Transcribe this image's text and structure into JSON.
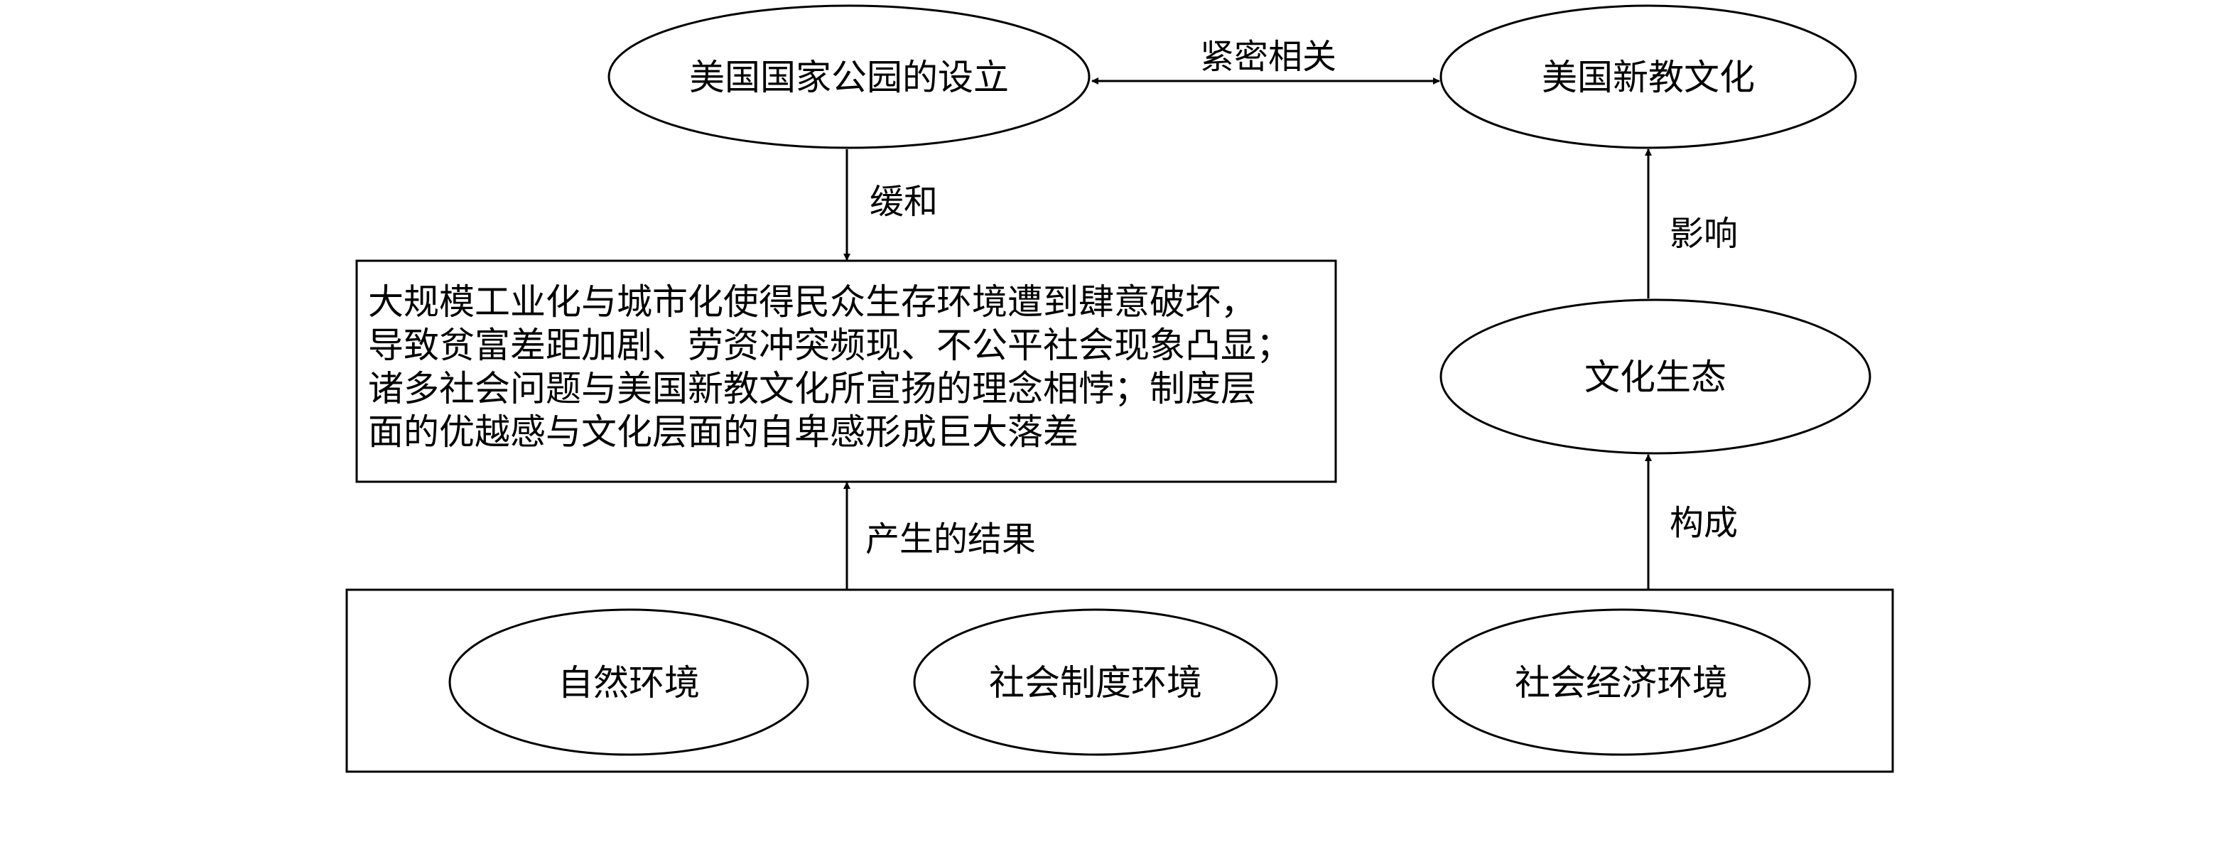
{
  "nodes": {
    "national_park": "美国国家公园的设立",
    "protestant_culture": "美国新教文化",
    "cultural_ecology": "文化生态",
    "natural_env": "自然环境",
    "social_system_env": "社会制度环境",
    "socio_economic_env": "社会经济环境"
  },
  "problem_box": {
    "lines": [
      "大规模工业化与城市化使得民众生存环境遭到肆意破坏，",
      "导致贫富差距加剧、劳资冲突频现、不公平社会现象凸显；",
      "诸多社会问题与美国新教文化所宣扬的理念相悖；制度层",
      "面的优越感与文化层面的自卑感形成巨大落差"
    ]
  },
  "edges": {
    "closely_related": "紧密相关",
    "ease": "缓和",
    "influence": "影响",
    "result": "产生的结果",
    "compose": "构成"
  }
}
